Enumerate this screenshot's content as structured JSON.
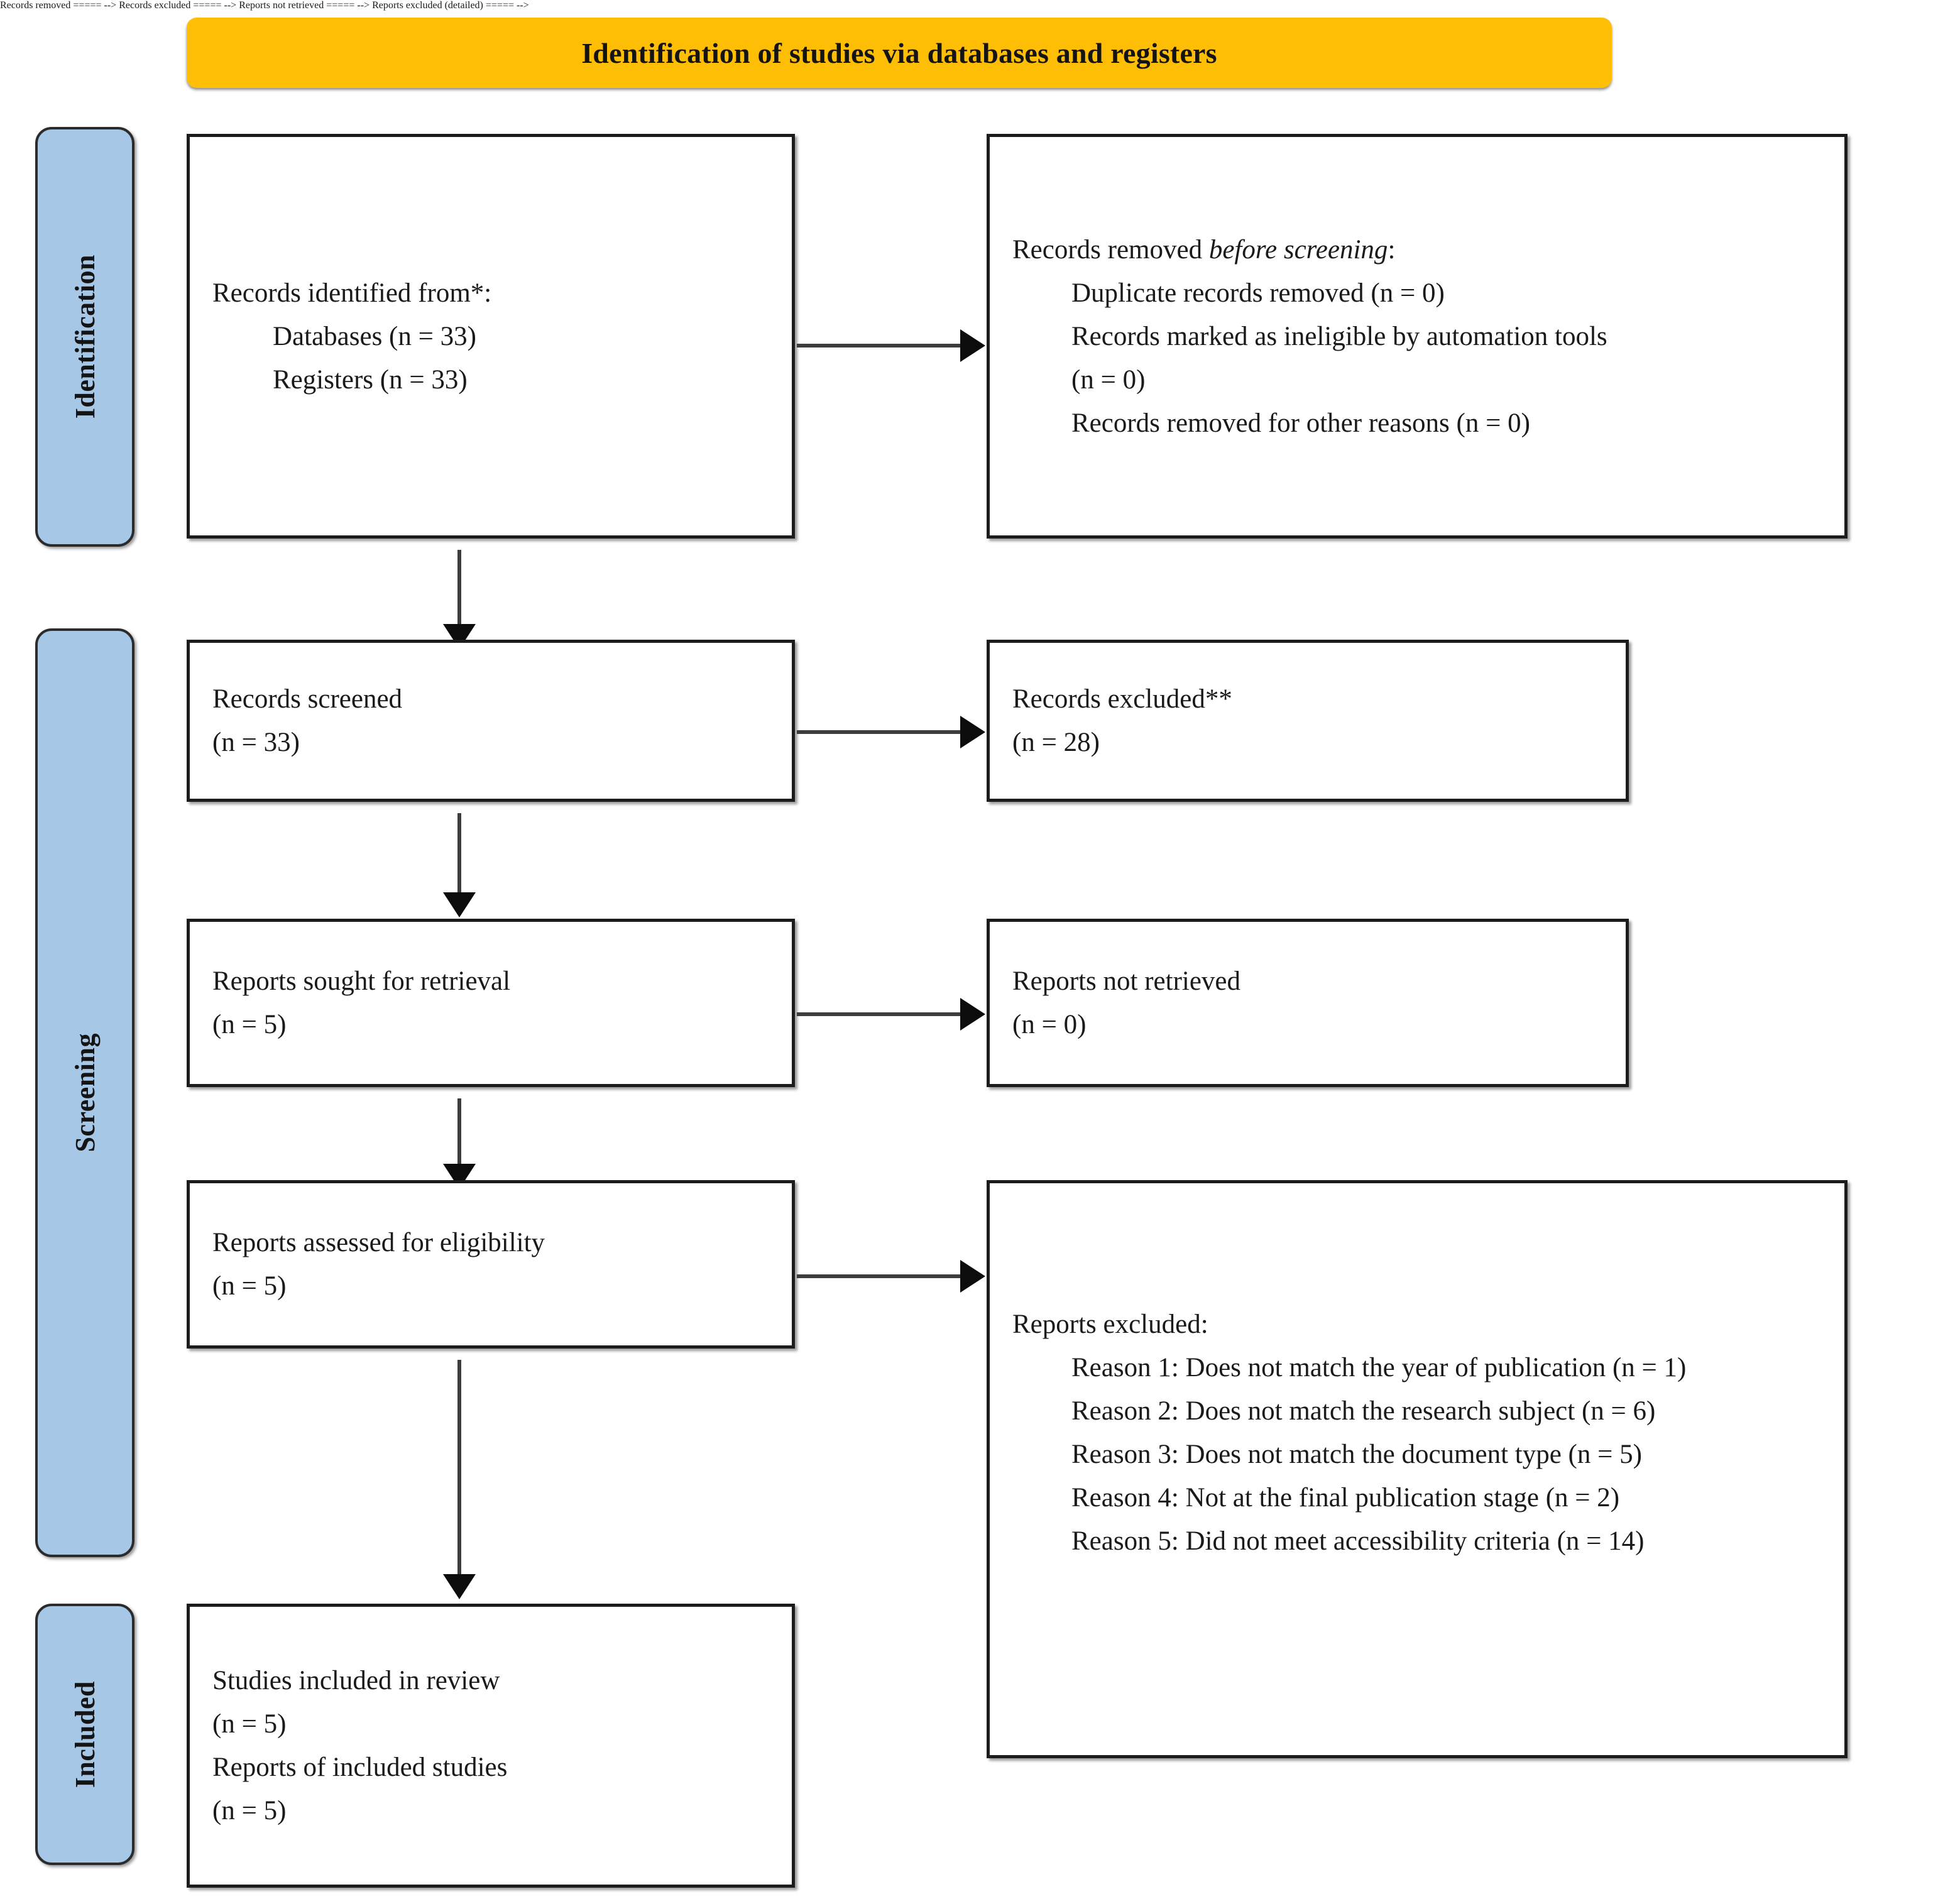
{
  "banner": {
    "title": "Identification of studies via databases and registers"
  },
  "stages": [
    {
      "id": "identification",
      "label": "Identification"
    },
    {
      "id": "screening",
      "label": "Screening"
    },
    {
      "id": "included",
      "label": "Included"
    }
  ],
  "boxes": {
    "identified": {
      "line1": "Records identified from*:",
      "line2": "Databases (n = 33)",
      "line3": "Registers (n = 33)"
    },
    "removed": {
      "heading_lead": "Records removed ",
      "heading_italic": "before screening",
      "heading_tail": ":",
      "line1": "Duplicate records removed (n = 0)",
      "line2": "Records marked as ineligible by automation tools",
      "line3": "(n = 0)",
      "line4": "Records removed for other reasons (n = 0)"
    },
    "screened": {
      "line1": "Records screened",
      "line2": "(n = 33)"
    },
    "excluded": {
      "line1": "Records excluded**",
      "line2": "(n = 28)"
    },
    "sought": {
      "line1": "Reports sought for retrieval",
      "line2": "(n = 5)"
    },
    "not_retrieved": {
      "line1": "Reports not retrieved",
      "line2": "(n = 0)"
    },
    "assessed": {
      "line1": "Reports assessed for eligibility",
      "line2": "(n = 5)"
    },
    "reports_excluded": {
      "heading": "Reports excluded:",
      "reasons": [
        "Reason 1: Does not match the year of publication (n = 1)",
        "Reason 2: Does not match the research subject (n = 6)",
        "Reason 3: Does not match the document type (n = 5)",
        "Reason 4: Not at the final publication stage (n = 2)",
        "Reason 5: Did not meet accessibility criteria (n = 14)"
      ]
    },
    "included": {
      "line1": "Studies included in review",
      "line2": "(n = 5)",
      "line3": "Reports of included studies",
      "line4": "(n = 5)"
    }
  },
  "colors": {
    "banner_fill": "#FFBE06",
    "stage_fill": "#A7C7E7",
    "box_border": "#1C1C1C",
    "connector": "#3D3D3D"
  }
}
